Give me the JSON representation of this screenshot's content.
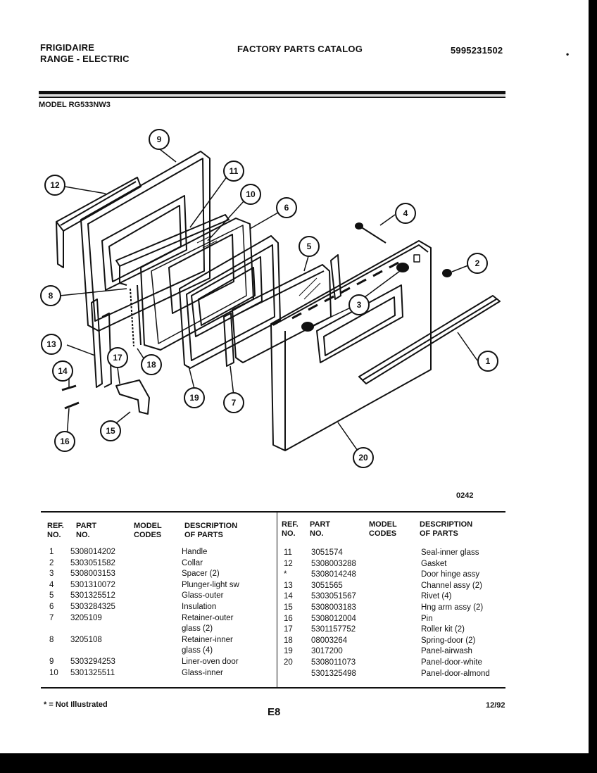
{
  "header": {
    "brand": "FRIGIDAIRE",
    "product": "RANGE - ELECTRIC",
    "title": "FACTORY PARTS CATALOG",
    "catalog_number": "5995231502",
    "model_label": "MODEL RG533NW3"
  },
  "diagram": {
    "figure_code": "0242",
    "callouts": [
      "1",
      "2",
      "3",
      "4",
      "5",
      "6",
      "7",
      "8",
      "9",
      "10",
      "11",
      "12",
      "13",
      "14",
      "15",
      "16",
      "17",
      "18",
      "19",
      "20"
    ]
  },
  "table": {
    "headers": {
      "ref": "REF.",
      "no": "NO.",
      "part": "PART",
      "part_no": "NO.",
      "model": "MODEL",
      "codes": "CODES",
      "desc": "DESCRIPTION",
      "of_parts": "OF PARTS"
    },
    "left_rows": [
      {
        "ref": "1",
        "part": "5308014202",
        "desc": "Handle"
      },
      {
        "ref": "2",
        "part": "5303051582",
        "desc": "Collar"
      },
      {
        "ref": "3",
        "part": "5308003153",
        "desc": "Spacer (2)"
      },
      {
        "ref": "4",
        "part": "5301310072",
        "desc": "Plunger-light sw"
      },
      {
        "ref": "5",
        "part": "5301325512",
        "desc": "Glass-outer"
      },
      {
        "ref": "6",
        "part": "5303284325",
        "desc": "Insulation"
      },
      {
        "ref": "7",
        "part": "3205109",
        "desc": "Retainer-outer"
      },
      {
        "ref": "",
        "part": "",
        "desc": "glass (2)"
      },
      {
        "ref": "8",
        "part": "3205108",
        "desc": "Retainer-inner"
      },
      {
        "ref": "",
        "part": "",
        "desc": "glass (4)"
      },
      {
        "ref": "9",
        "part": "5303294253",
        "desc": "Liner-oven door"
      },
      {
        "ref": "10",
        "part": "5301325511",
        "desc": "Glass-inner"
      }
    ],
    "right_rows": [
      {
        "ref": "11",
        "part": "3051574",
        "desc": "Seal-inner glass"
      },
      {
        "ref": "12",
        "part": "5308003288",
        "desc": "Gasket"
      },
      {
        "ref": "*",
        "part": "5308014248",
        "desc": "Door hinge assy"
      },
      {
        "ref": "13",
        "part": "3051565",
        "desc": "Channel assy (2)"
      },
      {
        "ref": "14",
        "part": "5303051567",
        "desc": "Rivet (4)"
      },
      {
        "ref": "15",
        "part": "5308003183",
        "desc": "Hng arm assy (2)"
      },
      {
        "ref": "16",
        "part": "5308012004",
        "desc": "Pin"
      },
      {
        "ref": "17",
        "part": "5301157752",
        "desc": "Roller kit (2)"
      },
      {
        "ref": "18",
        "part": "08003264",
        "desc": "Spring-door (2)"
      },
      {
        "ref": "19",
        "part": "3017200",
        "desc": "Panel-airwash"
      },
      {
        "ref": "20",
        "part": "5308011073",
        "desc": "Panel-door-white"
      },
      {
        "ref": "",
        "part": "5301325498",
        "desc": "Panel-door-almond"
      }
    ]
  },
  "footer": {
    "note": "* = Not Illustrated",
    "page": "E8",
    "date": "12/92"
  }
}
